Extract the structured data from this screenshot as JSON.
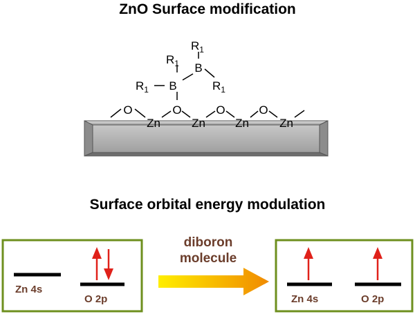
{
  "titles": {
    "top": "ZnO Surface modification",
    "bottom": "Surface orbital energy modulation"
  },
  "molecule": {
    "r_group": "R",
    "r_subscript": "1",
    "boron": "B",
    "oxygen": "O",
    "zinc": "Zn"
  },
  "energy_diagram": {
    "left_labels": [
      "Zn 4s",
      "O 2p"
    ],
    "right_labels": [
      "Zn 4s",
      "O 2p"
    ],
    "arrow_label_line1": "diboron",
    "arrow_label_line2": "molecule"
  },
  "colors": {
    "box_border": "#6e8f1e",
    "label_brown": "#6b3d2b",
    "arrow_red": "#e0211a",
    "gradient_start": "#ffee00",
    "gradient_end": "#f08a00",
    "slab_fill": "#b4b4b4"
  }
}
